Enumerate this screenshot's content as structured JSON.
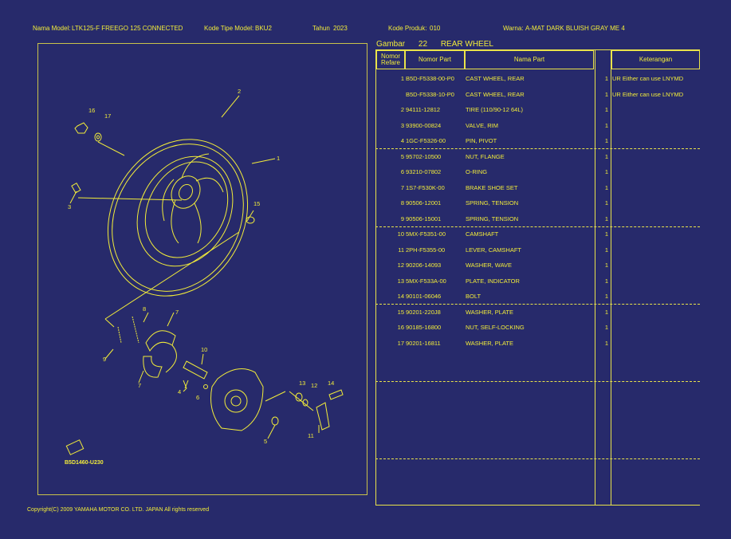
{
  "header": {
    "model_name_label": "Nama Model:",
    "model_name": "LTK125-F FREEGO 125 CONNECTED",
    "type_code_label": "Kode Tipe Model:",
    "type_code": "BKU2",
    "year_label": "Tahun",
    "year": "2023",
    "product_code_label": "Kode Produk:",
    "product_code": "010",
    "color_label": "Warna:",
    "color": "A-MAT DARK BLUISH GRAY ME 4"
  },
  "figure": {
    "label": "Gambar",
    "number": "22",
    "title": "REAR WHEEL"
  },
  "diagram": {
    "code": "B5D1460-U230",
    "callouts": [
      "1",
      "2",
      "3",
      "4",
      "5",
      "6",
      "7",
      "7",
      "8",
      "9",
      "10",
      "11",
      "12",
      "13",
      "14",
      "15",
      "16",
      "17"
    ]
  },
  "table": {
    "headers": {
      "ref": "Nomor Refare",
      "part_no": "Nomor Part",
      "part_name": "Nama Part",
      "remarks": "Keterangan"
    },
    "rows": [
      {
        "ref": "1",
        "part_no": "B5D-F5338-00-P0",
        "name": "CAST WHEEL, REAR",
        "qty": "1",
        "remarks": "UR Either can use LNYMD"
      },
      {
        "ref": "",
        "part_no": "B5D-F5338-10-P0",
        "name": "CAST WHEEL, REAR",
        "qty": "1",
        "remarks": "UR Either can use LNYMD"
      },
      {
        "ref": "2",
        "part_no": "94111-12812",
        "name": "TIRE (110/90-12 64L)",
        "qty": "1",
        "remarks": ""
      },
      {
        "ref": "3",
        "part_no": "93900-00824",
        "name": "VALVE, RIM",
        "qty": "1",
        "remarks": ""
      },
      {
        "ref": "4",
        "part_no": "1GC-F5326-00",
        "name": "PIN, PIVOT",
        "qty": "1",
        "remarks": ""
      },
      {
        "ref": "5",
        "part_no": "95702-10500",
        "name": "NUT, FLANGE",
        "qty": "1",
        "remarks": ""
      },
      {
        "ref": "6",
        "part_no": "93210-07802",
        "name": "O-RING",
        "qty": "1",
        "remarks": ""
      },
      {
        "ref": "7",
        "part_no": "1S7-F530K-00",
        "name": "BRAKE SHOE SET",
        "qty": "1",
        "remarks": ""
      },
      {
        "ref": "8",
        "part_no": "90506-12001",
        "name": "SPRING, TENSION",
        "qty": "1",
        "remarks": ""
      },
      {
        "ref": "9",
        "part_no": "90506-15001",
        "name": "SPRING, TENSION",
        "qty": "1",
        "remarks": ""
      },
      {
        "ref": "10",
        "part_no": "5MX-F5351-00",
        "name": "CAMSHAFT",
        "qty": "1",
        "remarks": ""
      },
      {
        "ref": "11",
        "part_no": "2PH-F5355-00",
        "name": "LEVER, CAMSHAFT",
        "qty": "1",
        "remarks": ""
      },
      {
        "ref": "12",
        "part_no": "90206-14093",
        "name": "WASHER, WAVE",
        "qty": "1",
        "remarks": ""
      },
      {
        "ref": "13",
        "part_no": "5MX-F533A-00",
        "name": "PLATE, INDICATOR",
        "qty": "1",
        "remarks": ""
      },
      {
        "ref": "14",
        "part_no": "90101-06046",
        "name": "BOLT",
        "qty": "1",
        "remarks": ""
      },
      {
        "ref": "15",
        "part_no": "90201-220J8",
        "name": "WASHER, PLATE",
        "qty": "1",
        "remarks": ""
      },
      {
        "ref": "16",
        "part_no": "90185-16800",
        "name": "NUT, SELF-LOCKING",
        "qty": "1",
        "remarks": ""
      },
      {
        "ref": "17",
        "part_no": "90201-16811",
        "name": "WASHER, PLATE",
        "qty": "1",
        "remarks": ""
      }
    ]
  },
  "footer": {
    "copyright": "Copyright(C) 2009 YAMAHA MOTOR CO. LTD. JAPAN All rights reserved"
  },
  "colors": {
    "background": "#272a6b",
    "foreground": "#f2ec3a"
  }
}
